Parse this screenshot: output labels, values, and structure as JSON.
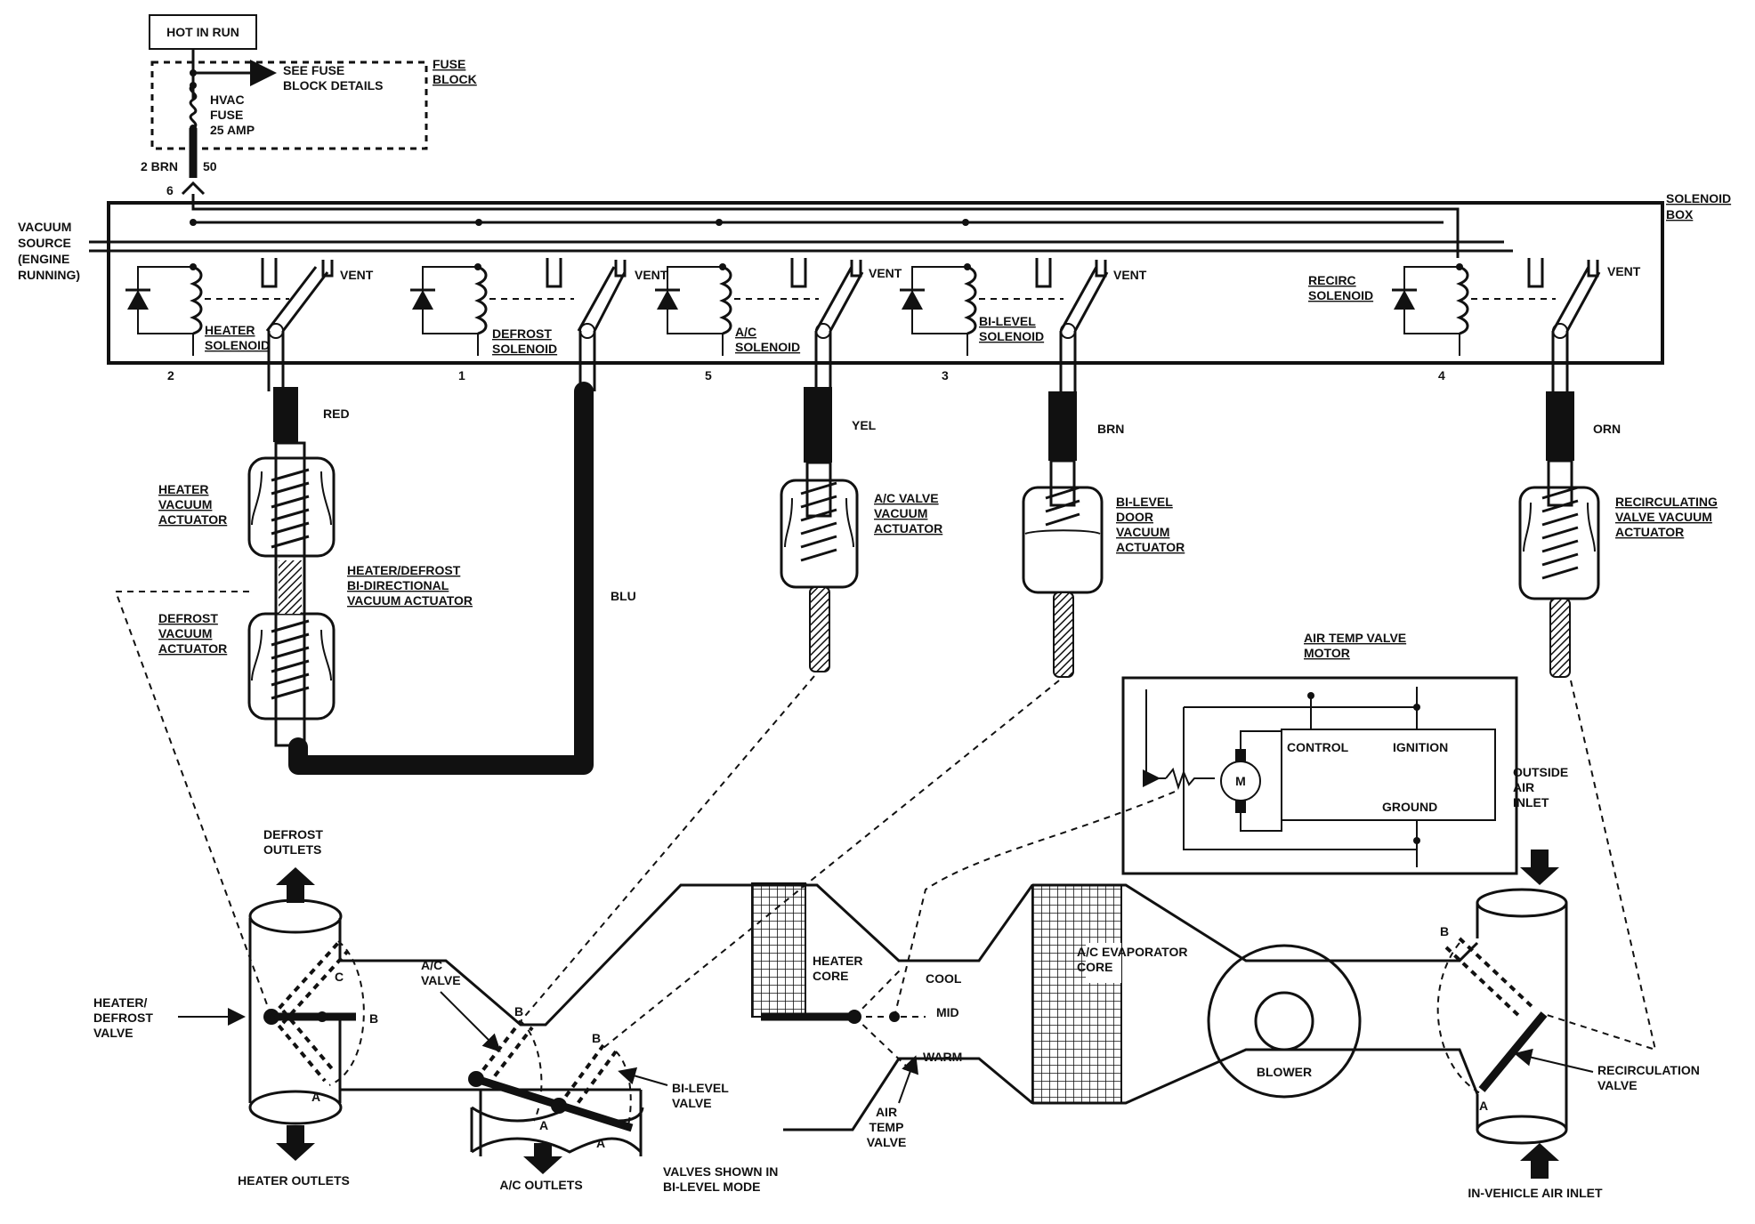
{
  "power": {
    "hot_in_run": "HOT IN RUN",
    "see_fuse_1": "SEE FUSE",
    "see_fuse_2": "BLOCK DETAILS",
    "fuse_block_1": "FUSE",
    "fuse_block_2": "BLOCK",
    "fuse_1": "HVAC",
    "fuse_2": "FUSE",
    "fuse_3": "25 AMP",
    "wire": "2 BRN",
    "circuit": "50",
    "pin": "6"
  },
  "solenoid_box": {
    "label_1": "SOLENOID",
    "label_2": "BOX",
    "vacuum_1": "VACUUM",
    "vacuum_2": "SOURCE",
    "vacuum_3": "(ENGINE",
    "vacuum_4": "RUNNING)",
    "vent": "VENT",
    "solenoids": [
      {
        "l1": "HEATER",
        "l2": "SOLENOID",
        "pin": "2"
      },
      {
        "l1": "DEFROST",
        "l2": "SOLENOID",
        "pin": "1"
      },
      {
        "l1": "A/C",
        "l2": "SOLENOID",
        "pin": "5"
      },
      {
        "l1": "BI-LEVEL",
        "l2": "SOLENOID",
        "pin": "3"
      },
      {
        "l1": "RECIRC",
        "l2": "SOLENOID",
        "pin": "4"
      }
    ]
  },
  "hoses": {
    "red": "RED",
    "blu": "BLU",
    "yel": "YEL",
    "brn": "BRN",
    "orn": "ORN"
  },
  "actuators": {
    "heater": [
      "HEATER",
      "VACUUM",
      "ACTUATOR"
    ],
    "bidir": [
      "HEATER/DEFROST",
      "BI-DIRECTIONAL",
      "VACUUM ACTUATOR"
    ],
    "defrost": [
      "DEFROST",
      "VACUUM",
      "ACTUATOR"
    ],
    "ac": [
      "A/C VALVE",
      "VACUUM",
      "ACTUATOR"
    ],
    "bilevel": [
      "BI-LEVEL",
      "DOOR",
      "VACUUM",
      "ACTUATOR"
    ],
    "recirc": [
      "RECIRCULATING",
      "VALVE VACUUM",
      "ACTUATOR"
    ]
  },
  "motor": {
    "title_1": "AIR TEMP VALVE",
    "title_2": "MOTOR",
    "control": "CONTROL",
    "ignition": "IGNITION",
    "ground": "GROUND",
    "m": "M"
  },
  "airflow": {
    "defrost_outlets_1": "DEFROST",
    "defrost_outlets_2": "OUTLETS",
    "heater_defrost_valve_1": "HEATER/",
    "heater_defrost_valve_2": "DEFROST",
    "heater_defrost_valve_3": "VALVE",
    "heater_outlets": "HEATER OUTLETS",
    "ac_valve_1": "A/C",
    "ac_valve_2": "VALVE",
    "bilevel_valve_1": "BI-LEVEL",
    "bilevel_valve_2": "VALVE",
    "ac_outlets": "A/C OUTLETS",
    "mode_note_1": "VALVES SHOWN IN",
    "mode_note_2": "BI-LEVEL MODE",
    "heater_core_1": "HEATER",
    "heater_core_2": "CORE",
    "cool": "COOL",
    "mid": "MID",
    "warm": "WARM",
    "air_temp_valve_1": "AIR",
    "air_temp_valve_2": "TEMP",
    "air_temp_valve_3": "VALVE",
    "evap_1": "A/C EVAPORATOR",
    "evap_2": "CORE",
    "blower": "BLOWER",
    "outside_air_1": "OUTSIDE",
    "outside_air_2": "AIR",
    "outside_air_3": "INLET",
    "recirc_valve_1": "RECIRCULATION",
    "recirc_valve_2": "VALVE",
    "in_vehicle": "IN-VEHICLE AIR INLET",
    "pos_a": "A",
    "pos_b": "B",
    "pos_c": "C"
  }
}
